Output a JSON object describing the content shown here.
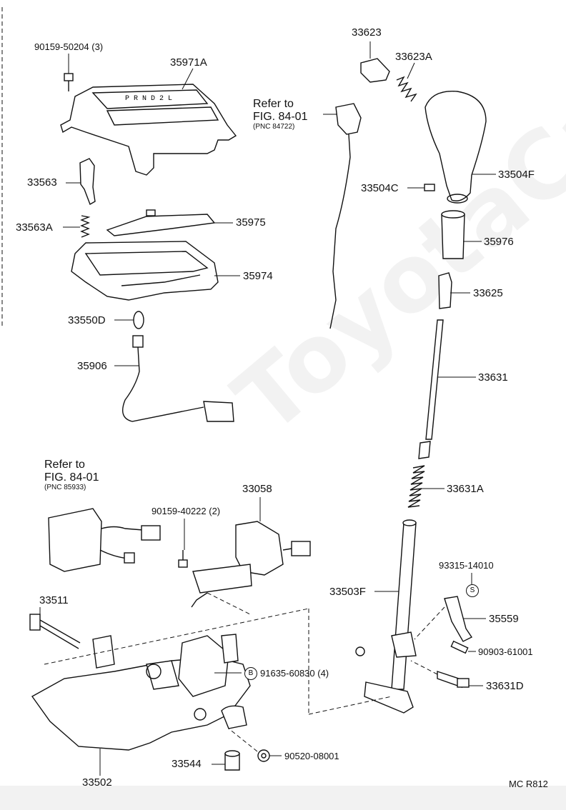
{
  "diagram": {
    "watermark": "ToyotaCa",
    "footer_code": "MC R812",
    "part_labels": {
      "p90159_50204": "90159-50204 (3)",
      "p35971A": "35971A",
      "p33563": "33563",
      "p33563A": "33563A",
      "p35975": "35975",
      "p35974": "35974",
      "p33550D": "33550D",
      "p35906": "35906",
      "p33623": "33623",
      "p33623A": "33623A",
      "p33504F": "33504F",
      "p33504C": "33504C",
      "p35976": "35976",
      "p33625": "33625",
      "p33631": "33631",
      "p33631A": "33631A",
      "p33058": "33058",
      "p90159_40222": "90159-40222 (2)",
      "p93315_14010": "93315-14010",
      "p33503F": "33503F",
      "p35559": "35559",
      "p90903_61001": "90903-61001",
      "p33511": "33511",
      "p91635_60830": "91635-60830 (4)",
      "p33631D": "33631D",
      "p33544": "33544",
      "p90520_08001": "90520-08001",
      "p33502": "33502"
    },
    "refs": {
      "ref1_line1": "Refer to",
      "ref1_line2": "FIG. 84-01",
      "ref1_pnc": "(PNC 84722)",
      "ref2_line1": "Refer to",
      "ref2_line2": "FIG. 84-01",
      "ref2_pnc": "(PNC 85933)"
    },
    "symbols": {
      "s_symbol": "S",
      "b_symbol": "B"
    }
  }
}
